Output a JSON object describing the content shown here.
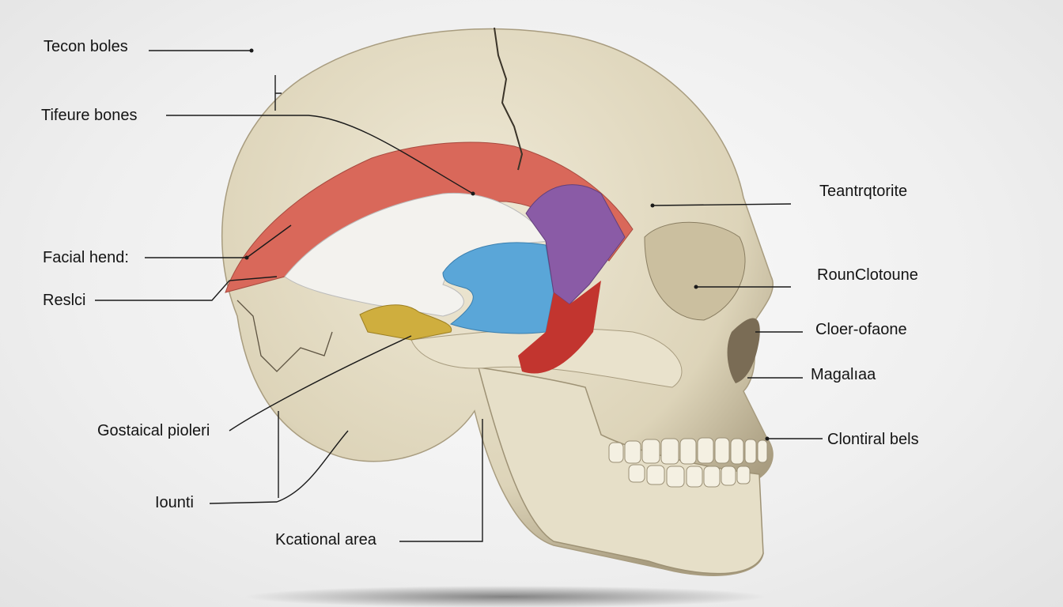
{
  "labels": {
    "left": [
      {
        "text": "Tecon boles"
      },
      {
        "text": "Tifeure bones"
      },
      {
        "text": "Facial hend:"
      },
      {
        "text": "Reslci"
      },
      {
        "text": "Gostaical pioleri"
      },
      {
        "text": "Iounti"
      },
      {
        "text": "Kcational area"
      }
    ],
    "right": [
      {
        "text": "Teantrqtorite"
      },
      {
        "text": "RounClotoune"
      },
      {
        "text": "Cloer-ofaone"
      },
      {
        "text": "Magalıaa"
      },
      {
        "text": "Clontiral bels"
      }
    ]
  },
  "colors": {
    "bone": "#e3dcc4",
    "bone_shadow": "#b9ae92",
    "red_region": "#d9685a",
    "white_region": "#f3f2ee",
    "blue_region": "#5aa6d8",
    "purple_region": "#8a5ba6",
    "yellow_region": "#cfae3e",
    "dark_red_region": "#c2352f"
  }
}
